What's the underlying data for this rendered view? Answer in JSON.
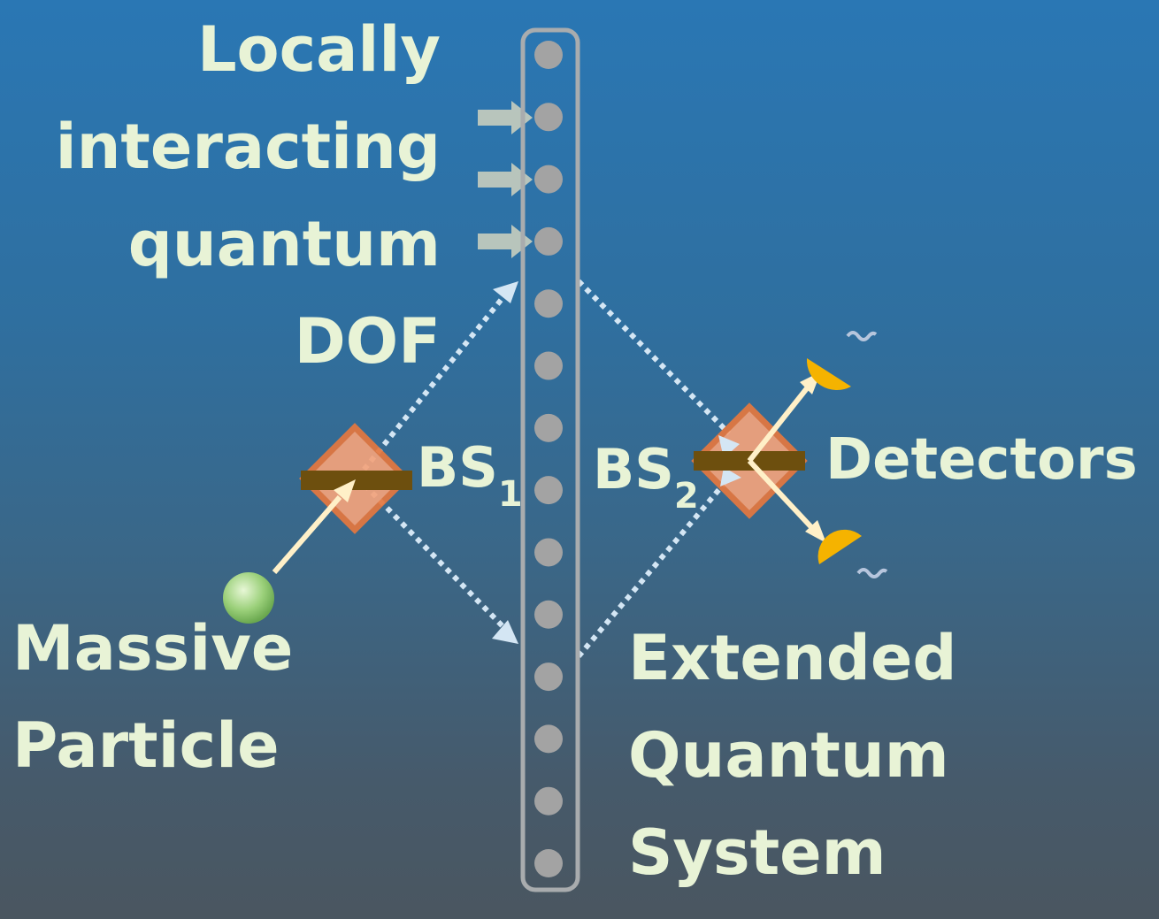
{
  "labels": {
    "dof": [
      "Locally",
      "interacting",
      "quantum",
      "DOF"
    ],
    "particle": [
      "Massive",
      "Particle"
    ],
    "system": [
      "Extended",
      "Quantum",
      "System"
    ],
    "detectors": "Detectors",
    "bs1": {
      "main": "BS",
      "sub": "1"
    },
    "bs2": {
      "main": "BS",
      "sub": "2"
    }
  },
  "chain": {
    "site_count": 14
  },
  "colors": {
    "text": "#e8f3d6",
    "site": "#a3a3a3",
    "splitter": "#e57f4d",
    "splitter_bar": "#6d4f0e",
    "detector": "#f5b300",
    "particle": "#9bd07a",
    "beam": "#fff0c8",
    "path": "#d4e6f4"
  }
}
